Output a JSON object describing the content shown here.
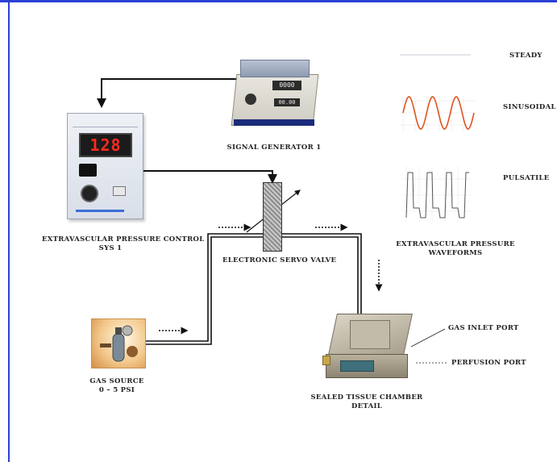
{
  "components": {
    "controller": {
      "display_value": "128",
      "label_line1": "EXTRAVASCULAR PRESSURE CONTROL",
      "label_line2": "SYS 1"
    },
    "generator": {
      "lcd_value": "0000",
      "lcd2_value": "00.00",
      "label": "SIGNAL GENERATOR 1"
    },
    "valve": {
      "label": "ELECTRONIC SERVO VALVE"
    },
    "gas_source": {
      "label_line1": "GAS SOURCE",
      "label_line2": "0 – 5 PSI"
    },
    "chamber": {
      "label_line1": "SEALED TISSUE CHAMBER",
      "label_line2": "DETAIL",
      "gas_inlet": "GAS INLET PORT",
      "perfusion_port": "PERFUSION PORT"
    }
  },
  "waveforms": {
    "steady": "STEADY",
    "sinusoidal": "SINUSOIDAL",
    "pulsatile": "PULSATILE",
    "caption_line1": "EXTRAVASCULAR PRESSURE",
    "caption_line2": "WAVEFORMS"
  },
  "colors": {
    "frame": "#2b3fd6",
    "sine": "#e0531f",
    "display_digits": "#ff2a1f",
    "wire": "#111111"
  }
}
